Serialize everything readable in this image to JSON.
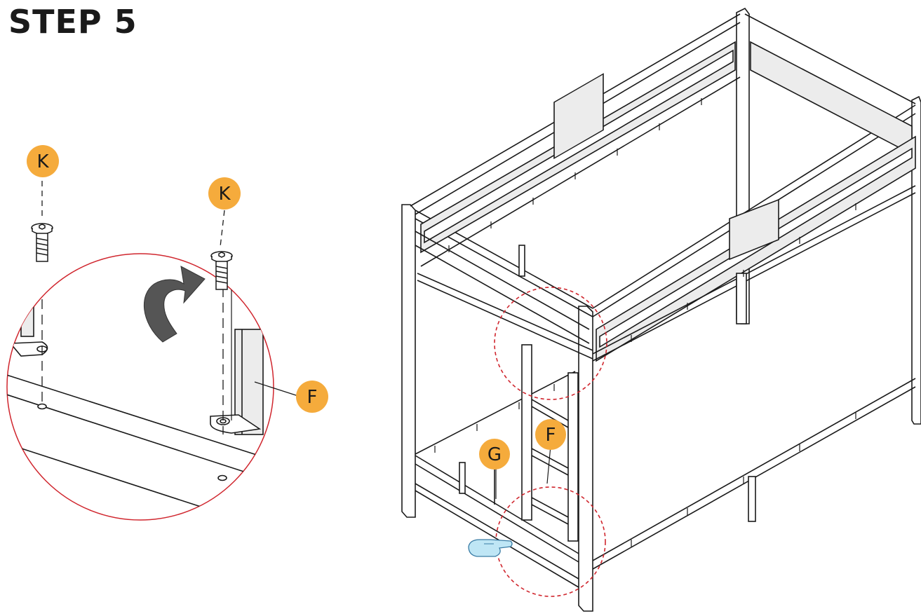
{
  "page": {
    "title": "STEP 5"
  },
  "labels": {
    "screw_left": "K",
    "screw_right": "K",
    "detail_part": "F",
    "bed_ladder": "F",
    "bed_rail": "G"
  },
  "colors": {
    "badge_fill": "#f5ab3c",
    "detail_circle": "#d0262e",
    "line": "#1a1a1a",
    "panel_fill": "#ececec"
  },
  "icons": {
    "rotate_arrow": "clockwise-arrow-icon",
    "pointing_hand": "pointing-hand-icon",
    "screw": "screw-icon"
  }
}
